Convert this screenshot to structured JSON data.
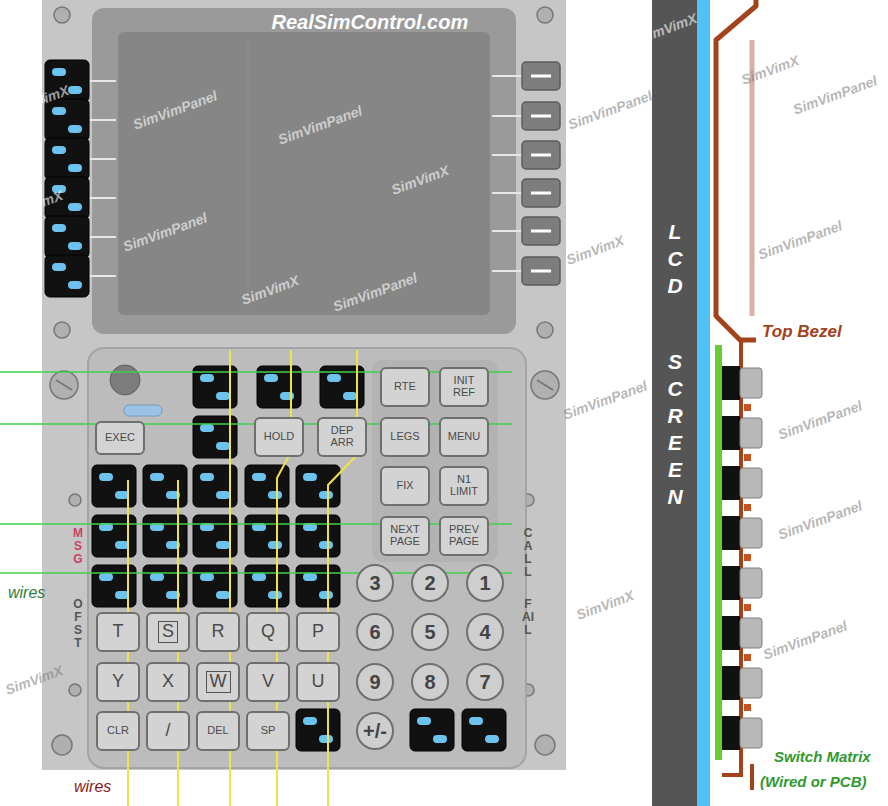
{
  "diagram": {
    "nodes": [
      {
        "text": [
          "RTE"
        ]
      },
      {
        "text": [
          "INIT REF"
        ]
      },
      {
        "text": [
          "EXEC"
        ]
      },
      {
        "text": [
          "HOLD"
        ]
      },
      {
        "text": [
          "DEP ARR"
        ]
      },
      {
        "text": [
          "LEGS"
        ]
      },
      {
        "text": [
          "MENU"
        ]
      },
      {
        "text": [
          "FIX"
        ]
      },
      {
        "text": [
          "N1 LIMIT"
        ]
      },
      {
        "text": [
          "NEXT PAGE"
        ]
      },
      {
        "text": [
          "PREV PAGE"
        ]
      },
      {
        "text": [
          "3"
        ]
      },
      {
        "text": [
          "2"
        ]
      },
      {
        "text": [
          "1"
        ]
      },
      {
        "text": [
          "T"
        ]
      },
      {
        "text": [
          "S"
        ]
      },
      {
        "text": [
          "R"
        ]
      },
      {
        "text": [
          "Q"
        ]
      },
      {
        "text": [
          "P"
        ]
      },
      {
        "text": [
          "6"
        ]
      },
      {
        "text": [
          "5"
        ]
      },
      {
        "text": [
          "4"
        ]
      },
      {
        "text": [
          "Y"
        ]
      },
      {
        "text": [
          "X"
        ]
      },
      {
        "text": [
          "W"
        ]
      },
      {
        "text": [
          "V"
        ]
      },
      {
        "text": [
          "U"
        ]
      },
      {
        "text": [
          "9"
        ]
      },
      {
        "text": [
          "8"
        ]
      },
      {
        "text": [
          "7"
        ]
      },
      {
        "text": [
          "CLR"
        ]
      },
      {
        "text": [
          "/"
        ]
      },
      {
        "text": [
          "DEL"
        ]
      },
      {
        "text": [
          "SP"
        ]
      },
      {
        "text": [
          "+/-"
        ]
      }
    ],
    "labels": [
      "RealSimControl.com",
      "MSG",
      "OFST",
      "CALL",
      "FAIL",
      "wires",
      "wires",
      "LCD",
      "SCREEN",
      "Top Bezel",
      "Switch Matrix",
      "(Wired or PCB)",
      "SimVimX",
      "SimVimPanel",
      "SimVimPanel",
      "SimVimX",
      "SimVimX",
      "SimVimPanel",
      "SimVimX",
      "SimVimPanel",
      "SimVimPanel",
      "SimVimX",
      "SimVimPanel",
      "SimVimX",
      "SimVimX",
      "SimVimX",
      "SimVimPanel",
      "SimVimPanel",
      "SimVimPanel",
      "SimVimPanel",
      "SimVimPanel",
      "SimVimX"
    ]
  }
}
